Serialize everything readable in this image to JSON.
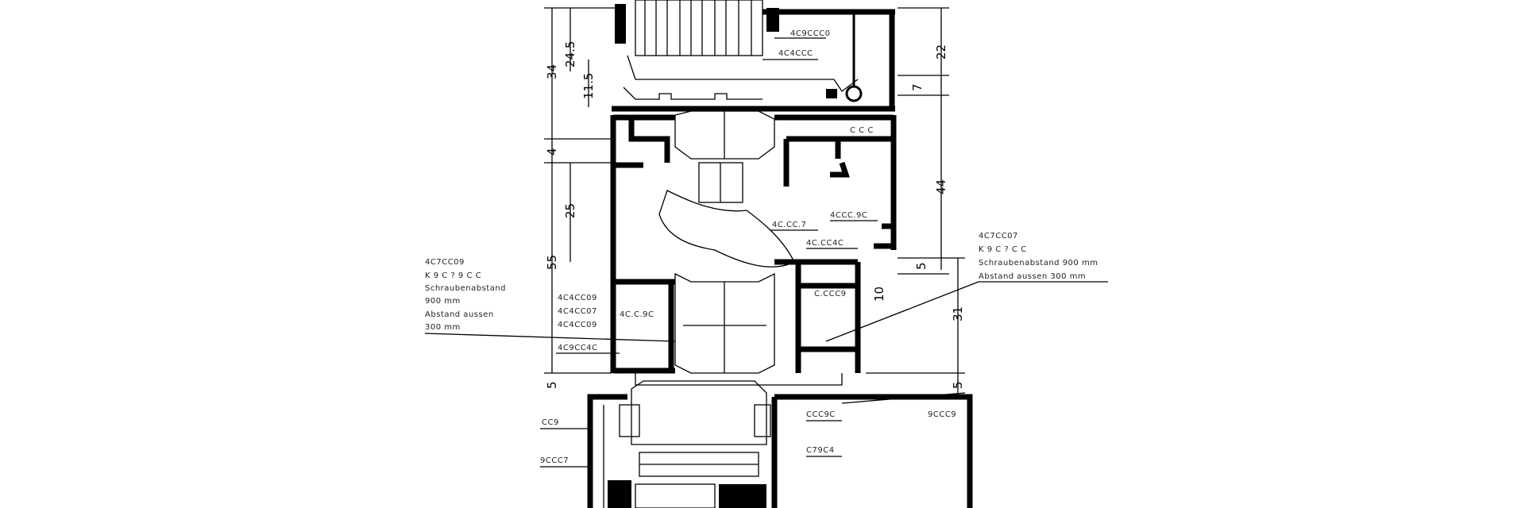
{
  "drawing": {
    "left_note": [
      "4C7CC09",
      "K 9 C ? 9 C C",
      "Schraubenabstand",
      "900 mm",
      "Abstand aussen",
      "300 mm"
    ],
    "right_note": [
      "4C7CC07",
      "K 9 C ? C C",
      "Schraubenabstand 900 mm",
      "Abstand aussen 300 mm"
    ],
    "part_labels": {
      "top_a": "4C9CCC0",
      "top_b": "4C4CCC",
      "frame_a": "C C C",
      "mid_a": "4CCC.9C",
      "mid_b": "4C.CC.7",
      "mid_c": "4C.CC4C",
      "left_a": "4C4CC09",
      "left_b": "4C4CC07",
      "left_c": "4C4CC09",
      "left_d": "4C9CC4C",
      "lower_a": "4C.C.9C",
      "lower_b": "C.CCC9",
      "bottom_a": "CC9",
      "bottom_b": "9CCC7",
      "bottom_c": "CCC9C",
      "bottom_d": "C79C4",
      "bottom_e": "9CCC9"
    },
    "dimensions": {
      "left_34": "34",
      "left_24_5": "24.5",
      "left_11_5": "11.5",
      "left_4": "4",
      "left_25": "25",
      "left_55": "55",
      "left_5": "5",
      "right_22": "22",
      "right_7": "7",
      "right_44": "44",
      "right_5a": "5",
      "right_10": "10",
      "right_31": "31",
      "right_5b": "5"
    }
  }
}
